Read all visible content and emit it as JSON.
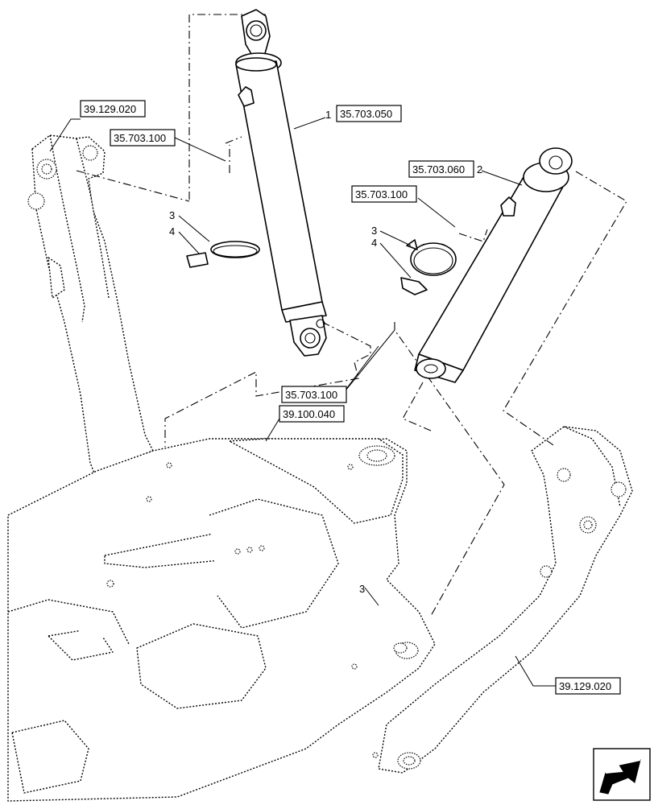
{
  "labels": {
    "frame_ref_top": "39.129.020",
    "cyl1_mount_top": "35.703.100",
    "cyl1_ref": "35.703.050",
    "cyl1_item": "1",
    "cyl2_ref": "35.703.060",
    "cyl2_item": "2",
    "cyl2_mount_top": "35.703.100",
    "mount_bottom": "35.703.100",
    "chassis_ref": "39.100.040",
    "frame_ref_bottom": "39.129.020",
    "clamp1_item": "3",
    "tab1_item": "4",
    "clamp2_item": "3",
    "tab2_item": "4",
    "item3_lower": "3"
  },
  "icons": {
    "nav": "next-page-arrow-icon"
  }
}
